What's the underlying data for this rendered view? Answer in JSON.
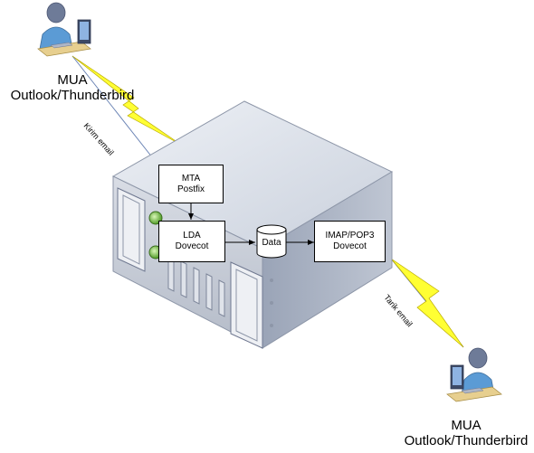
{
  "top_client": {
    "name": "MUA",
    "app": "Outlook/Thunderbird"
  },
  "bottom_client": {
    "name": "MUA",
    "app": "Outlook/Thunderbird"
  },
  "links": {
    "send": "Kirim email",
    "fetch": "Tarik email"
  },
  "components": {
    "mta": {
      "line1": "MTA",
      "line2": "Postfix"
    },
    "lda": {
      "line1": "LDA",
      "line2": "Dovecot"
    },
    "data": {
      "label": "Data"
    },
    "imap": {
      "line1": "IMAP/POP3",
      "line2": "Dovecot"
    }
  },
  "colors": {
    "server_top": "#dfe3ea",
    "server_side": "#a9b2c3",
    "server_front": "#c7ccd6",
    "lightning": "#ffff33",
    "led": "#7fc24a"
  }
}
